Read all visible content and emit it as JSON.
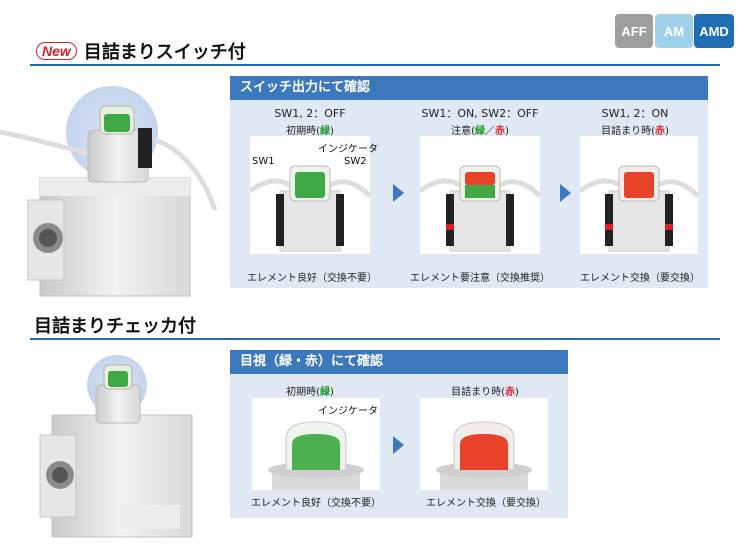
{
  "badges": [
    {
      "label": "AFF",
      "color": "#9e9e9e"
    },
    {
      "label": "AM",
      "color": "#9fd1ea"
    },
    {
      "label": "AMD",
      "color": "#1f6db3"
    }
  ],
  "section1": {
    "new_tag": "New",
    "title": "目詰まりスイッチ付",
    "panel_title": "スイッチ出力にて確認",
    "cards": [
      {
        "state": "SW1, 2：OFF",
        "sub_prefix": "初期時(",
        "sub_a": "緑",
        "sub_sep": "",
        "sub_b": "",
        "sub_suffix": ")",
        "caption": "エレメント良好（交換不要）",
        "lamp": "green"
      },
      {
        "state": "SW1：ON, SW2：OFF",
        "sub_prefix": "注意(",
        "sub_a": "緑",
        "sub_sep": "／",
        "sub_b": "赤",
        "sub_suffix": ")",
        "caption": "エレメント要注意（交換推奨）",
        "lamp": "mixed"
      },
      {
        "state": "SW1, 2：ON",
        "sub_prefix": "目詰まり時(",
        "sub_a": "",
        "sub_sep": "",
        "sub_b": "赤",
        "sub_suffix": ")",
        "caption": "エレメント交換（要交換）",
        "lamp": "red"
      }
    ],
    "labels": {
      "indicator": "インジケータ",
      "sw1": "SW1",
      "sw2": "SW2"
    }
  },
  "section2": {
    "title": "目詰まりチェッカ付",
    "panel_title": "目視（緑・赤）にて確認",
    "cards": [
      {
        "sub_prefix": "初期時(",
        "sub_a": "緑",
        "sub_b": "",
        "sub_suffix": ")",
        "caption": "エレメント良好（交換不要）",
        "lamp": "green"
      },
      {
        "sub_prefix": "目詰まり時(",
        "sub_a": "",
        "sub_b": "赤",
        "sub_suffix": ")",
        "caption": "エレメント交換（要交換）",
        "lamp": "red"
      }
    ],
    "labels": {
      "indicator": "インジケータ"
    }
  },
  "colors": {
    "accent": "#1f6db3",
    "panel_bg": "#dfe8f3",
    "header_bg": "#3b78bd",
    "green": "#1e9a2c",
    "red": "#d61f26"
  }
}
